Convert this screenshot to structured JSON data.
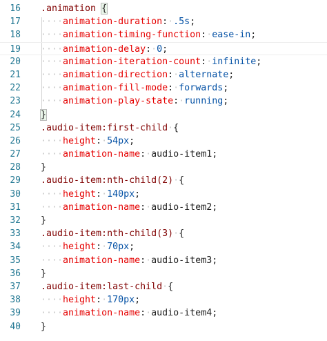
{
  "editor": {
    "lines": [
      {
        "number": "16",
        "parts": [
          {
            "t": ".animation",
            "c": "sel"
          },
          {
            "t": " ",
            "c": "punc"
          },
          {
            "t": "{",
            "c": "punc brace-match"
          }
        ]
      },
      {
        "number": "17",
        "parts": [
          {
            "t": "····",
            "c": "ws"
          },
          {
            "t": "animation-duration",
            "c": "prop"
          },
          {
            "t": ":",
            "c": "punc"
          },
          {
            "t": "·",
            "c": "ws"
          },
          {
            "t": ".5s",
            "c": "val"
          },
          {
            "t": ";",
            "c": "punc"
          }
        ]
      },
      {
        "number": "18",
        "parts": [
          {
            "t": "····",
            "c": "ws"
          },
          {
            "t": "animation-timing-function",
            "c": "prop"
          },
          {
            "t": ":",
            "c": "punc"
          },
          {
            "t": "·",
            "c": "ws"
          },
          {
            "t": "ease-in",
            "c": "val"
          },
          {
            "t": ";",
            "c": "punc"
          }
        ]
      },
      {
        "number": "19",
        "current": true,
        "parts": [
          {
            "t": "····",
            "c": "ws"
          },
          {
            "t": "animation-delay",
            "c": "prop"
          },
          {
            "t": ":",
            "c": "punc"
          },
          {
            "t": "·",
            "c": "ws"
          },
          {
            "t": "0",
            "c": "val"
          },
          {
            "t": ";",
            "c": "punc"
          }
        ]
      },
      {
        "number": "20",
        "parts": [
          {
            "t": "····",
            "c": "ws"
          },
          {
            "t": "animation-iteration-count",
            "c": "prop"
          },
          {
            "t": ":",
            "c": "punc"
          },
          {
            "t": "·",
            "c": "ws"
          },
          {
            "t": "infinite",
            "c": "val"
          },
          {
            "t": ";",
            "c": "punc"
          }
        ]
      },
      {
        "number": "21",
        "parts": [
          {
            "t": "····",
            "c": "ws"
          },
          {
            "t": "animation-direction",
            "c": "prop"
          },
          {
            "t": ":",
            "c": "punc"
          },
          {
            "t": "·",
            "c": "ws"
          },
          {
            "t": "alternate",
            "c": "val"
          },
          {
            "t": ";",
            "c": "punc"
          }
        ]
      },
      {
        "number": "22",
        "parts": [
          {
            "t": "····",
            "c": "ws"
          },
          {
            "t": "animation-fill-mode",
            "c": "prop"
          },
          {
            "t": ":",
            "c": "punc"
          },
          {
            "t": "·",
            "c": "ws"
          },
          {
            "t": "forwards",
            "c": "val"
          },
          {
            "t": ";",
            "c": "punc"
          }
        ]
      },
      {
        "number": "23",
        "parts": [
          {
            "t": "····",
            "c": "ws"
          },
          {
            "t": "animation-play-state",
            "c": "prop"
          },
          {
            "t": ":",
            "c": "punc"
          },
          {
            "t": "·",
            "c": "ws"
          },
          {
            "t": "running",
            "c": "val"
          },
          {
            "t": ";",
            "c": "punc"
          }
        ]
      },
      {
        "number": "24",
        "parts": [
          {
            "t": "}",
            "c": "punc brace-match"
          }
        ]
      },
      {
        "number": "25",
        "parts": [
          {
            "t": ".audio-item:first-child",
            "c": "sel"
          },
          {
            "t": "·",
            "c": "ws"
          },
          {
            "t": "{",
            "c": "punc"
          }
        ]
      },
      {
        "number": "26",
        "parts": [
          {
            "t": "····",
            "c": "ws"
          },
          {
            "t": "height",
            "c": "prop"
          },
          {
            "t": ":",
            "c": "punc"
          },
          {
            "t": "·",
            "c": "ws"
          },
          {
            "t": "54px",
            "c": "val"
          },
          {
            "t": ";",
            "c": "punc"
          }
        ]
      },
      {
        "number": "27",
        "parts": [
          {
            "t": "····",
            "c": "ws"
          },
          {
            "t": "animation-name",
            "c": "prop"
          },
          {
            "t": ":",
            "c": "punc"
          },
          {
            "t": "·",
            "c": "ws"
          },
          {
            "t": "audio-item1",
            "c": "punc"
          },
          {
            "t": ";",
            "c": "punc"
          }
        ]
      },
      {
        "number": "28",
        "parts": [
          {
            "t": "}",
            "c": "punc"
          }
        ]
      },
      {
        "number": "29",
        "parts": [
          {
            "t": ".audio-item:nth-child(2)",
            "c": "sel"
          },
          {
            "t": "·",
            "c": "ws"
          },
          {
            "t": "{",
            "c": "punc"
          }
        ]
      },
      {
        "number": "30",
        "parts": [
          {
            "t": "····",
            "c": "ws"
          },
          {
            "t": "height",
            "c": "prop"
          },
          {
            "t": ":",
            "c": "punc"
          },
          {
            "t": "·",
            "c": "ws"
          },
          {
            "t": "140px",
            "c": "val"
          },
          {
            "t": ";",
            "c": "punc"
          }
        ]
      },
      {
        "number": "31",
        "parts": [
          {
            "t": "····",
            "c": "ws"
          },
          {
            "t": "animation-name",
            "c": "prop"
          },
          {
            "t": ":",
            "c": "punc"
          },
          {
            "t": "·",
            "c": "ws"
          },
          {
            "t": "audio-item2",
            "c": "punc"
          },
          {
            "t": ";",
            "c": "punc"
          }
        ]
      },
      {
        "number": "32",
        "parts": [
          {
            "t": "}",
            "c": "punc"
          }
        ]
      },
      {
        "number": "33",
        "parts": [
          {
            "t": ".audio-item:nth-child(3)",
            "c": "sel"
          },
          {
            "t": "·",
            "c": "ws"
          },
          {
            "t": "{",
            "c": "punc"
          }
        ]
      },
      {
        "number": "34",
        "parts": [
          {
            "t": "····",
            "c": "ws"
          },
          {
            "t": "height",
            "c": "prop"
          },
          {
            "t": ":",
            "c": "punc"
          },
          {
            "t": "·",
            "c": "ws"
          },
          {
            "t": "70px",
            "c": "val"
          },
          {
            "t": ";",
            "c": "punc"
          }
        ]
      },
      {
        "number": "35",
        "parts": [
          {
            "t": "····",
            "c": "ws"
          },
          {
            "t": "animation-name",
            "c": "prop"
          },
          {
            "t": ":",
            "c": "punc"
          },
          {
            "t": "·",
            "c": "ws"
          },
          {
            "t": "audio-item3",
            "c": "punc"
          },
          {
            "t": ";",
            "c": "punc"
          }
        ]
      },
      {
        "number": "36",
        "parts": [
          {
            "t": "}",
            "c": "punc"
          }
        ]
      },
      {
        "number": "37",
        "parts": [
          {
            "t": ".audio-item:last-child",
            "c": "sel"
          },
          {
            "t": "·",
            "c": "ws"
          },
          {
            "t": "{",
            "c": "punc"
          }
        ]
      },
      {
        "number": "38",
        "parts": [
          {
            "t": "····",
            "c": "ws"
          },
          {
            "t": "height",
            "c": "prop"
          },
          {
            "t": ":",
            "c": "punc"
          },
          {
            "t": "·",
            "c": "ws"
          },
          {
            "t": "170px",
            "c": "val"
          },
          {
            "t": ";",
            "c": "punc"
          }
        ]
      },
      {
        "number": "39",
        "parts": [
          {
            "t": "····",
            "c": "ws"
          },
          {
            "t": "animation-name",
            "c": "prop"
          },
          {
            "t": ":",
            "c": "punc"
          },
          {
            "t": "·",
            "c": "ws"
          },
          {
            "t": "audio-item4",
            "c": "punc"
          },
          {
            "t": ";",
            "c": "punc"
          }
        ]
      },
      {
        "number": "40",
        "parts": [
          {
            "t": "}",
            "c": "punc"
          }
        ]
      }
    ]
  },
  "colors": {
    "line_number": "#237893",
    "selector": "#800000",
    "property": "#e50000",
    "value": "#0451a5",
    "whitespace": "#c8c8c8"
  }
}
